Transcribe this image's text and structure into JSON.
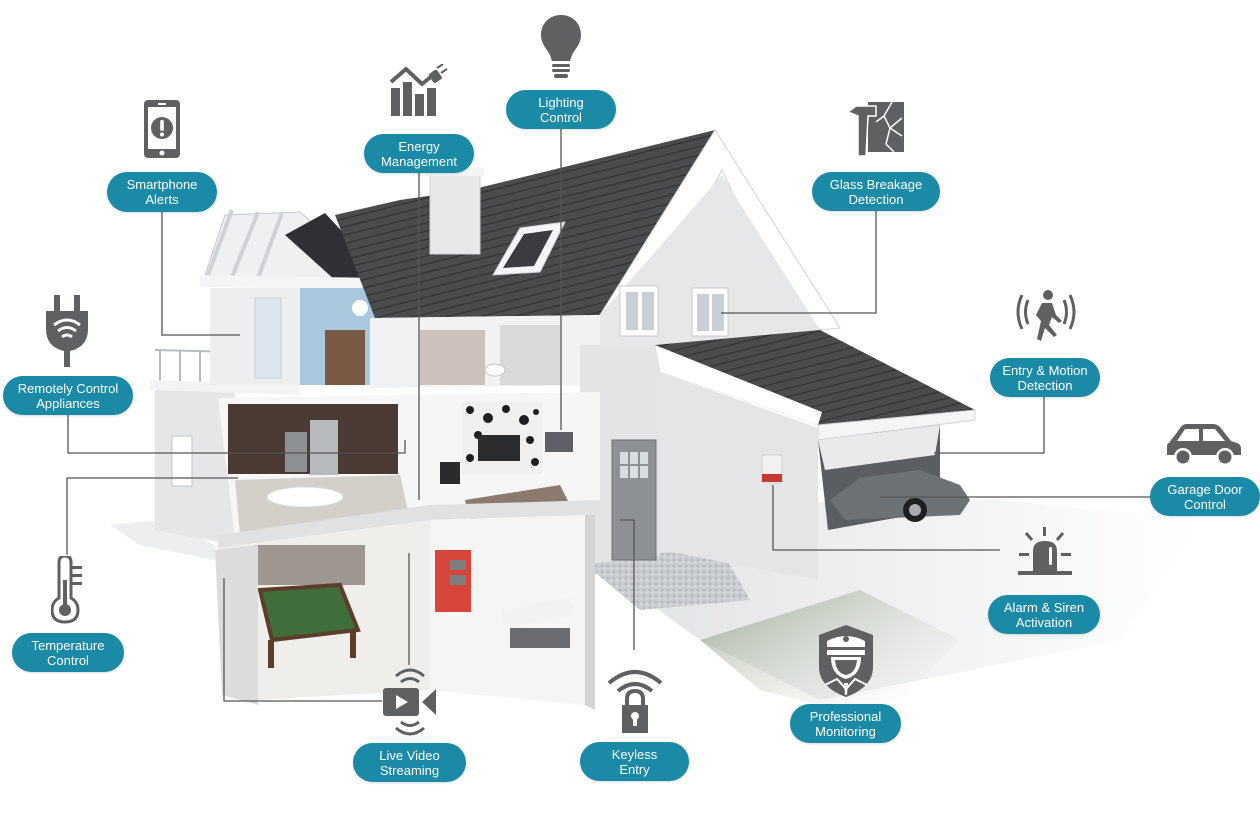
{
  "colors": {
    "pill_bg": "#1a8aa6",
    "pill_text": "#ffffff",
    "icon": "#5f6062",
    "leader_line": "#555555",
    "roof": "#4a4b4d",
    "wall": "#e9eaec"
  },
  "features": [
    {
      "id": "smartphone-alerts",
      "icon": "smartphone-alert-icon",
      "line1": "Smartphone",
      "line2": "Alerts"
    },
    {
      "id": "energy-management",
      "icon": "energy-chart-plug-icon",
      "line1": "Energy",
      "line2": "Management"
    },
    {
      "id": "lighting-control",
      "icon": "light-bulb-icon",
      "line1": "Lighting",
      "line2": "Control"
    },
    {
      "id": "glass-breakage-detection",
      "icon": "hammer-broken-glass-icon",
      "line1": "Glass Breakage",
      "line2": "Detection"
    },
    {
      "id": "entry-motion-detection",
      "icon": "motion-person-icon",
      "line1": "Entry & Motion",
      "line2": "Detection"
    },
    {
      "id": "garage-door-control",
      "icon": "car-icon",
      "line1": "Garage Door",
      "line2": "Control"
    },
    {
      "id": "remotely-control-appliances",
      "icon": "wireless-plug-icon",
      "line1": "Remotely Control",
      "line2": "Appliances"
    },
    {
      "id": "temperature-control",
      "icon": "thermometer-icon",
      "line1": "Temperature",
      "line2": "Control"
    },
    {
      "id": "live-video-streaming",
      "icon": "video-camera-icon",
      "line1": "Live Video",
      "line2": "Streaming"
    },
    {
      "id": "keyless-entry",
      "icon": "wireless-lock-icon",
      "line1": "Keyless",
      "line2": "Entry"
    },
    {
      "id": "professional-monitoring",
      "icon": "security-guard-shield-icon",
      "line1": "Professional",
      "line2": "Monitoring"
    },
    {
      "id": "alarm-siren-activation",
      "icon": "siren-light-icon",
      "line1": "Alarm & Siren",
      "line2": "Activation"
    }
  ]
}
